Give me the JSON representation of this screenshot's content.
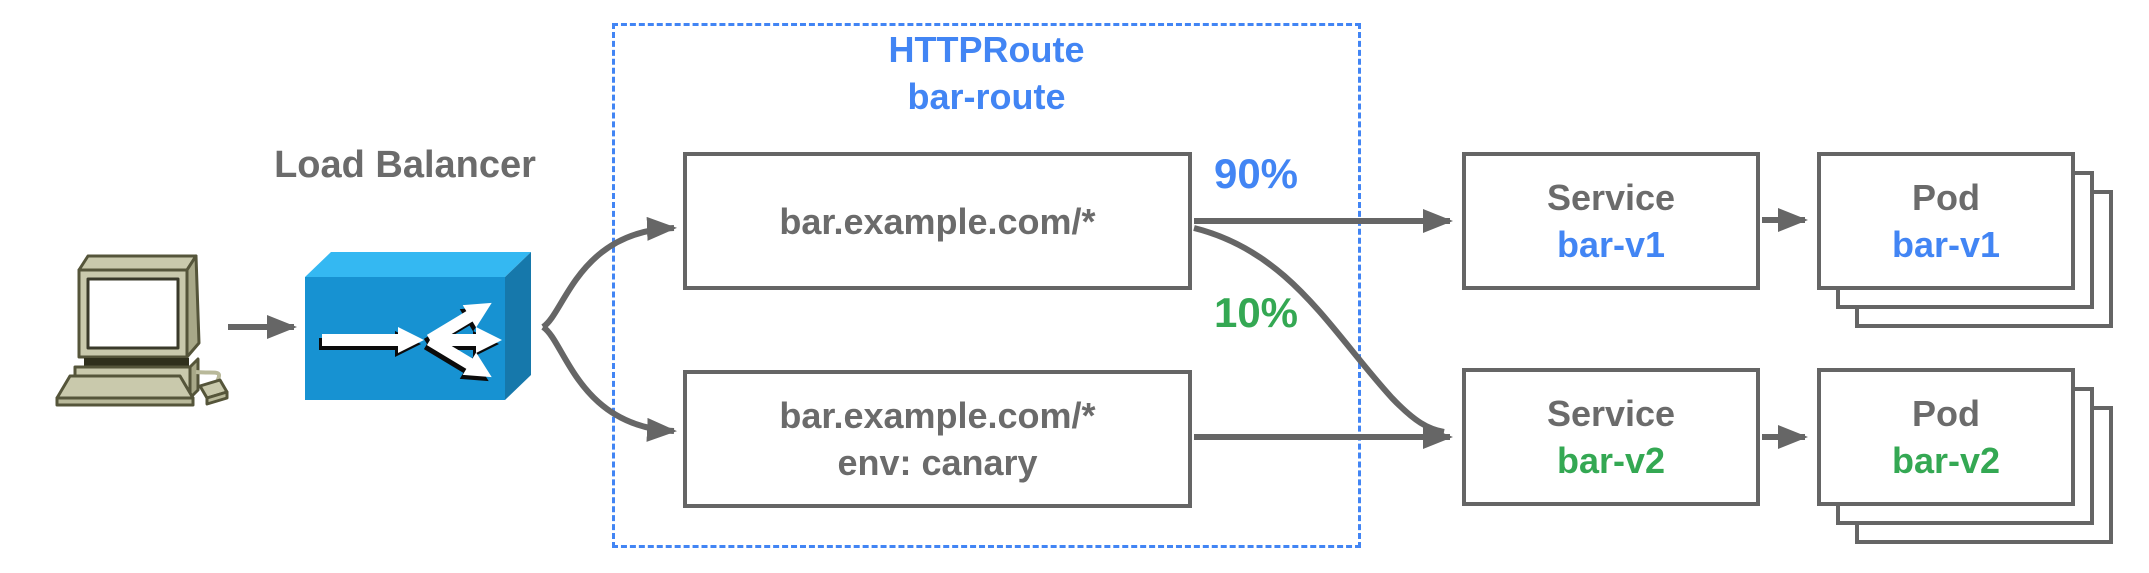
{
  "diagram": {
    "client": {
      "icon": "desktop-computer-icon"
    },
    "load_balancer": {
      "label": "Load Balancer",
      "icon": "load-balancer-icon"
    },
    "httproute_group": {
      "kind": "HTTPRoute",
      "name": "bar-route",
      "rules": {
        "rule1": {
          "line1": "bar.example.com/*"
        },
        "rule2": {
          "line1": "bar.example.com/*",
          "line2": "env: canary"
        }
      }
    },
    "weights": {
      "primary": "90%",
      "canary": "10%"
    },
    "services": {
      "v1": {
        "kind": "Service",
        "name": "bar-v1"
      },
      "v2": {
        "kind": "Service",
        "name": "bar-v2"
      }
    },
    "pods": {
      "v1": {
        "kind": "Pod",
        "name": "bar-v1"
      },
      "v2": {
        "kind": "Pod",
        "name": "bar-v2"
      }
    },
    "colors": {
      "accent_blue": "#4285f4",
      "accent_green": "#34a853",
      "line_gray": "#666666",
      "text_gray": "#6b6b6b",
      "lb_front": "#1792d2",
      "lb_top": "#34b8f2",
      "lb_side": "#1678ab",
      "client_body": "#c9c9ac"
    }
  }
}
